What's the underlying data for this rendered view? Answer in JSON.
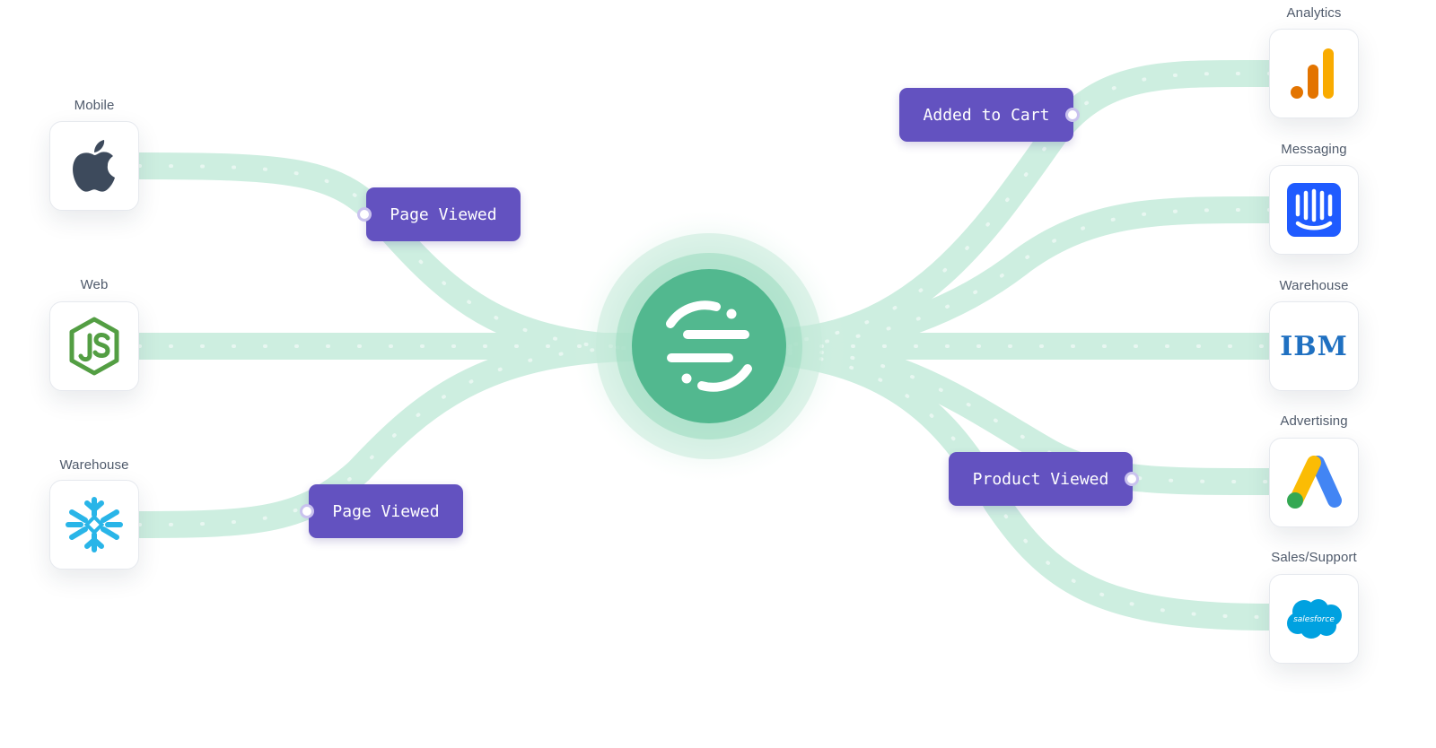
{
  "sources": [
    {
      "label": "Mobile",
      "icon": "apple-icon"
    },
    {
      "label": "Web",
      "icon": "nodejs-icon"
    },
    {
      "label": "Warehouse",
      "icon": "snowflake-icon"
    }
  ],
  "destinations": [
    {
      "label": "Analytics",
      "icon": "google-analytics-icon"
    },
    {
      "label": "Messaging",
      "icon": "intercom-icon"
    },
    {
      "label": "Warehouse",
      "icon": "ibm-icon",
      "logo_text": "IBM"
    },
    {
      "label": "Advertising",
      "icon": "google-ads-icon"
    },
    {
      "label": "Sales/Support",
      "icon": "salesforce-icon",
      "logo_text": "salesforce"
    }
  ],
  "events": {
    "mobile_event": "Page Viewed",
    "warehouse_event": "Page Viewed",
    "analytics_event": "Added to Cart",
    "advertising_event": "Product Viewed"
  },
  "hub": {
    "icon": "segment-logo-icon"
  },
  "colors": {
    "flow": "#c9ebdd",
    "hub": "#52b88f",
    "event_bg": "#6352c0",
    "label_text": "#4f5a6b"
  }
}
